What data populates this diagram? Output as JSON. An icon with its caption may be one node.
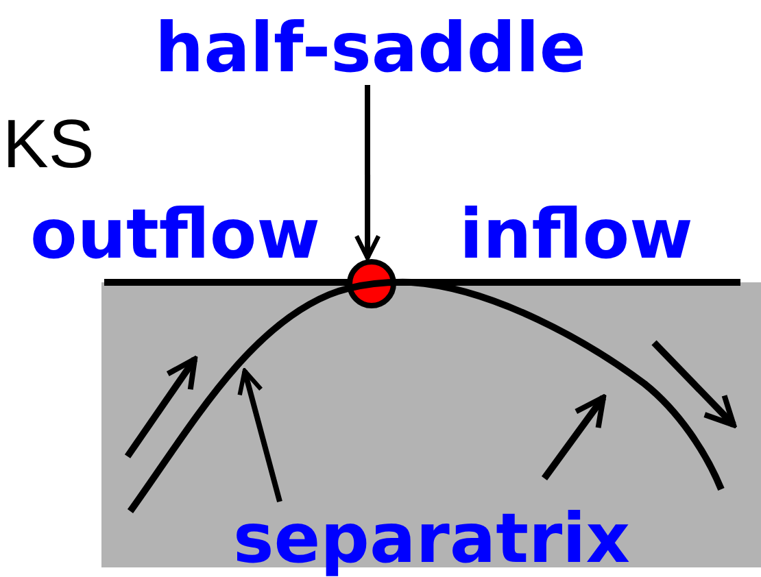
{
  "diagram": {
    "nodes": [
      {
        "text": [
          "half-saddle"
        ]
      },
      {
        "text": [],
        "shape": "circle"
      },
      {
        "text": [
          "separatrix"
        ]
      },
      {
        "text": [],
        "shape": "curve"
      }
    ],
    "edges": [
      {
        "from": 0,
        "to": 1,
        "arrow": "to"
      },
      {
        "from": 2,
        "to": 3,
        "arrow": "to"
      }
    ],
    "labels": [
      "KS",
      "outflow",
      "inflow"
    ]
  }
}
